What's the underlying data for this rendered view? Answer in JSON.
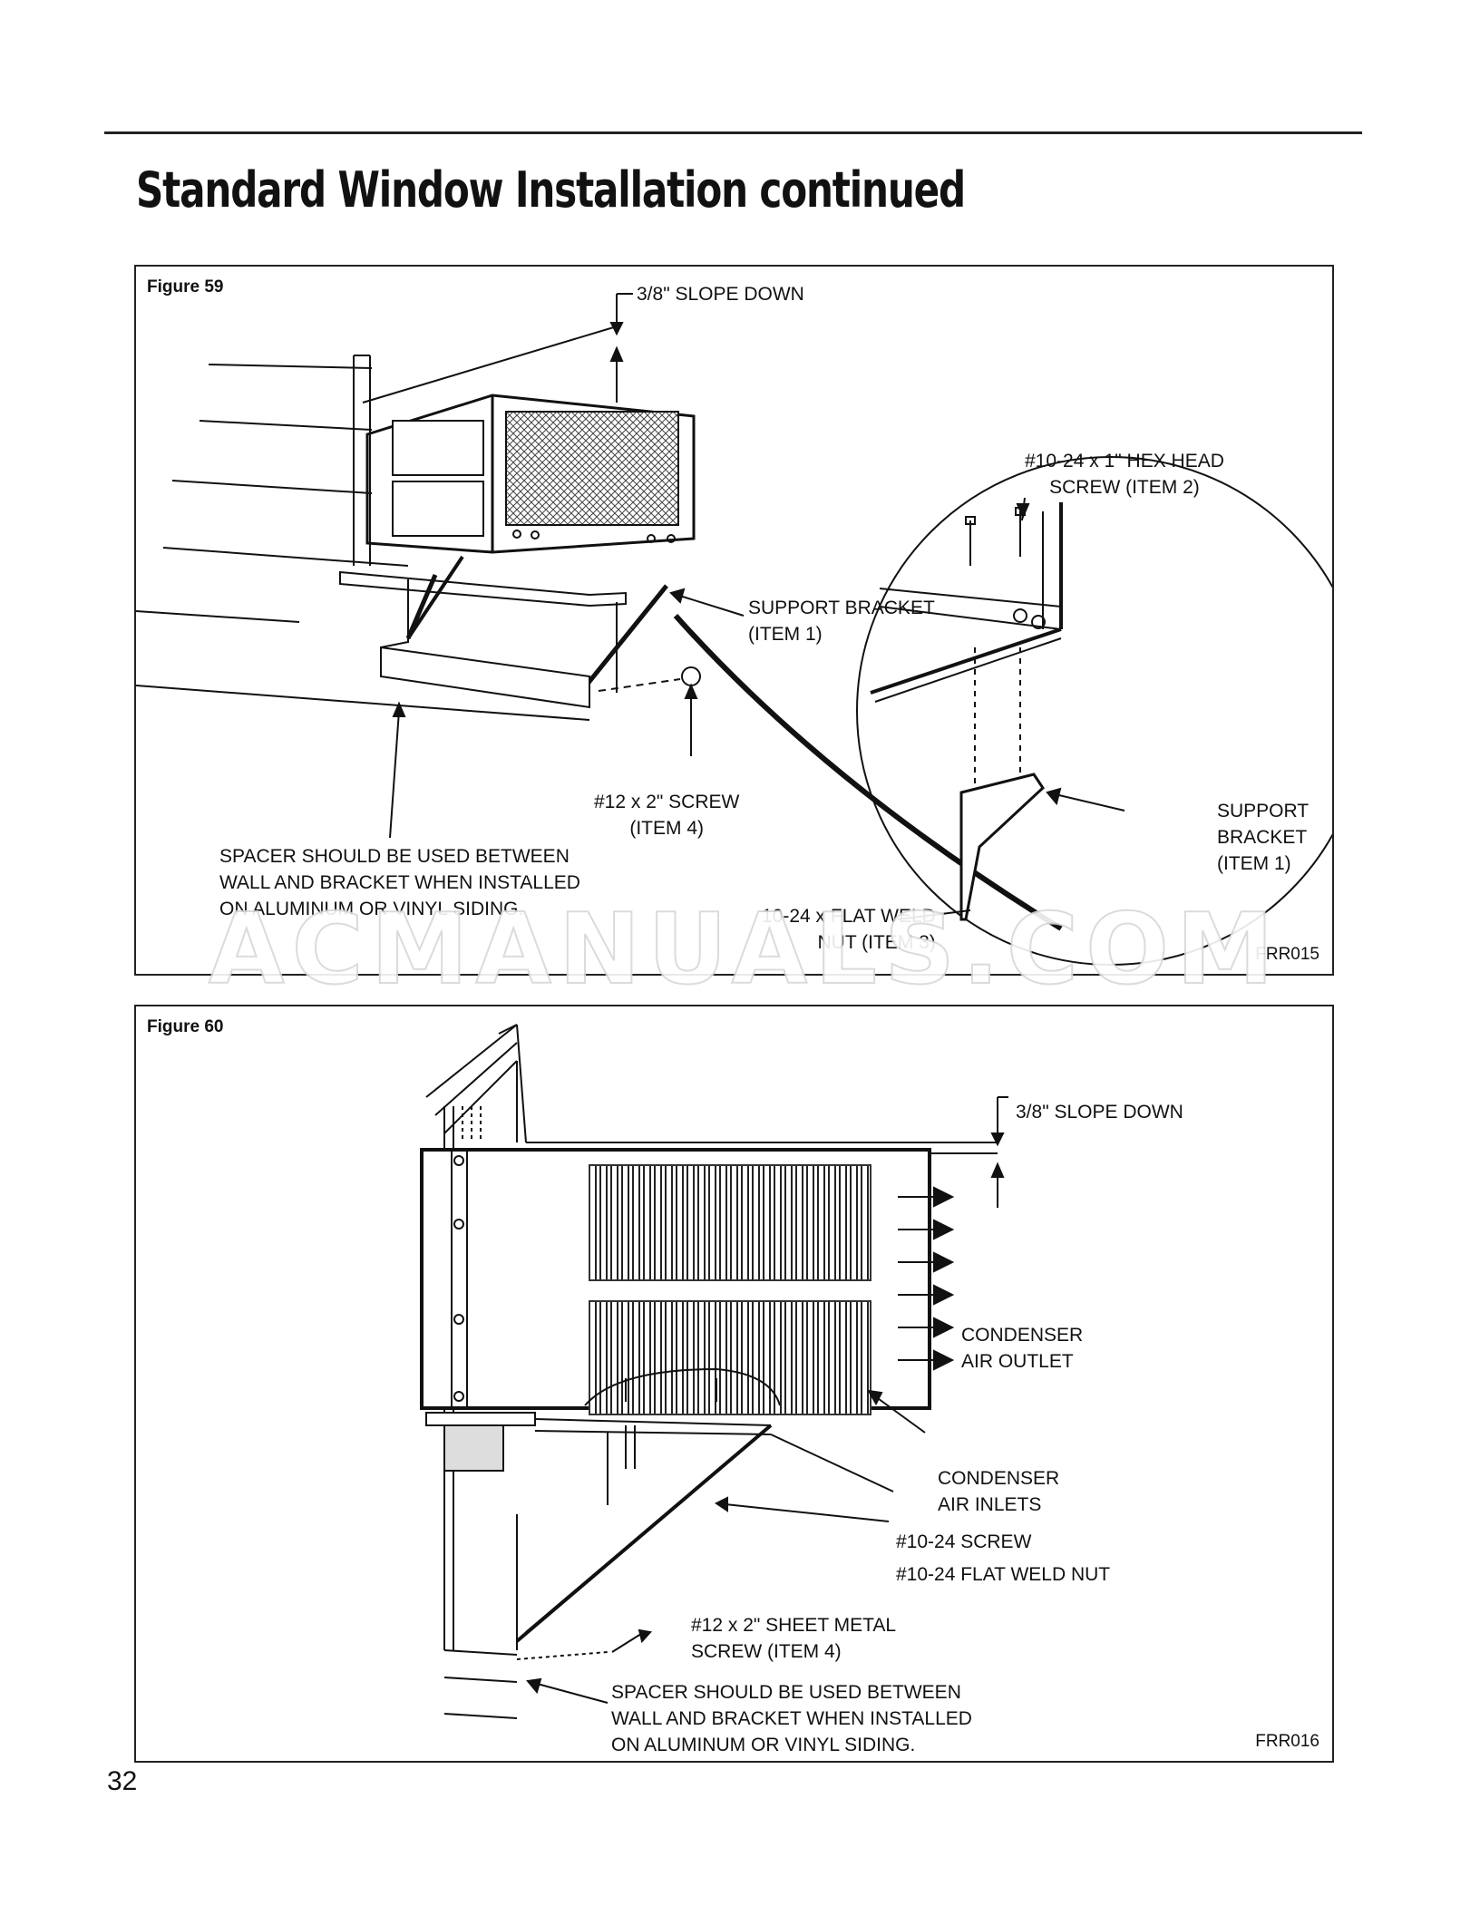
{
  "title": "Standard Window Installation continued",
  "page_number": "32",
  "watermark": "ACMANUALS.COM",
  "figure59": {
    "label": "Figure 59",
    "code": "FRR015",
    "slope": "3/8\" SLOPE DOWN",
    "hex_screw": "#10-24 x 1\" HEX HEAD\nSCREW (ITEM 2)",
    "support_bracket": "SUPPORT BRACKET\n(ITEM 1)",
    "screw_12": "#12 x 2\" SCREW\n(ITEM 4)",
    "spacer_note": "SPACER SHOULD BE USED BETWEEN\nWALL AND BRACKET WHEN INSTALLED\nON ALUMINUM OR VINYL SIDING.",
    "support_bracket_detail": "SUPPORT\nBRACKET\n(ITEM 1)",
    "weld_nut": "10-24 x FLAT WELD\nNUT (ITEM 3)"
  },
  "figure60": {
    "label": "Figure 60",
    "code": "FRR016",
    "slope": "3/8\" SLOPE DOWN",
    "condenser_outlet": "CONDENSER\nAIR OUTLET",
    "condenser_inlets": "CONDENSER\nAIR INLETS",
    "screw_10_24": "#10-24 SCREW",
    "weld_nut": "#10-24 FLAT WELD NUT",
    "sheet_metal_screw": "#12 x 2\" SHEET METAL\nSCREW (ITEM 4)",
    "spacer_note": "SPACER SHOULD BE USED BETWEEN\nWALL AND BRACKET WHEN INSTALLED\nON ALUMINUM OR VINYL SIDING."
  }
}
